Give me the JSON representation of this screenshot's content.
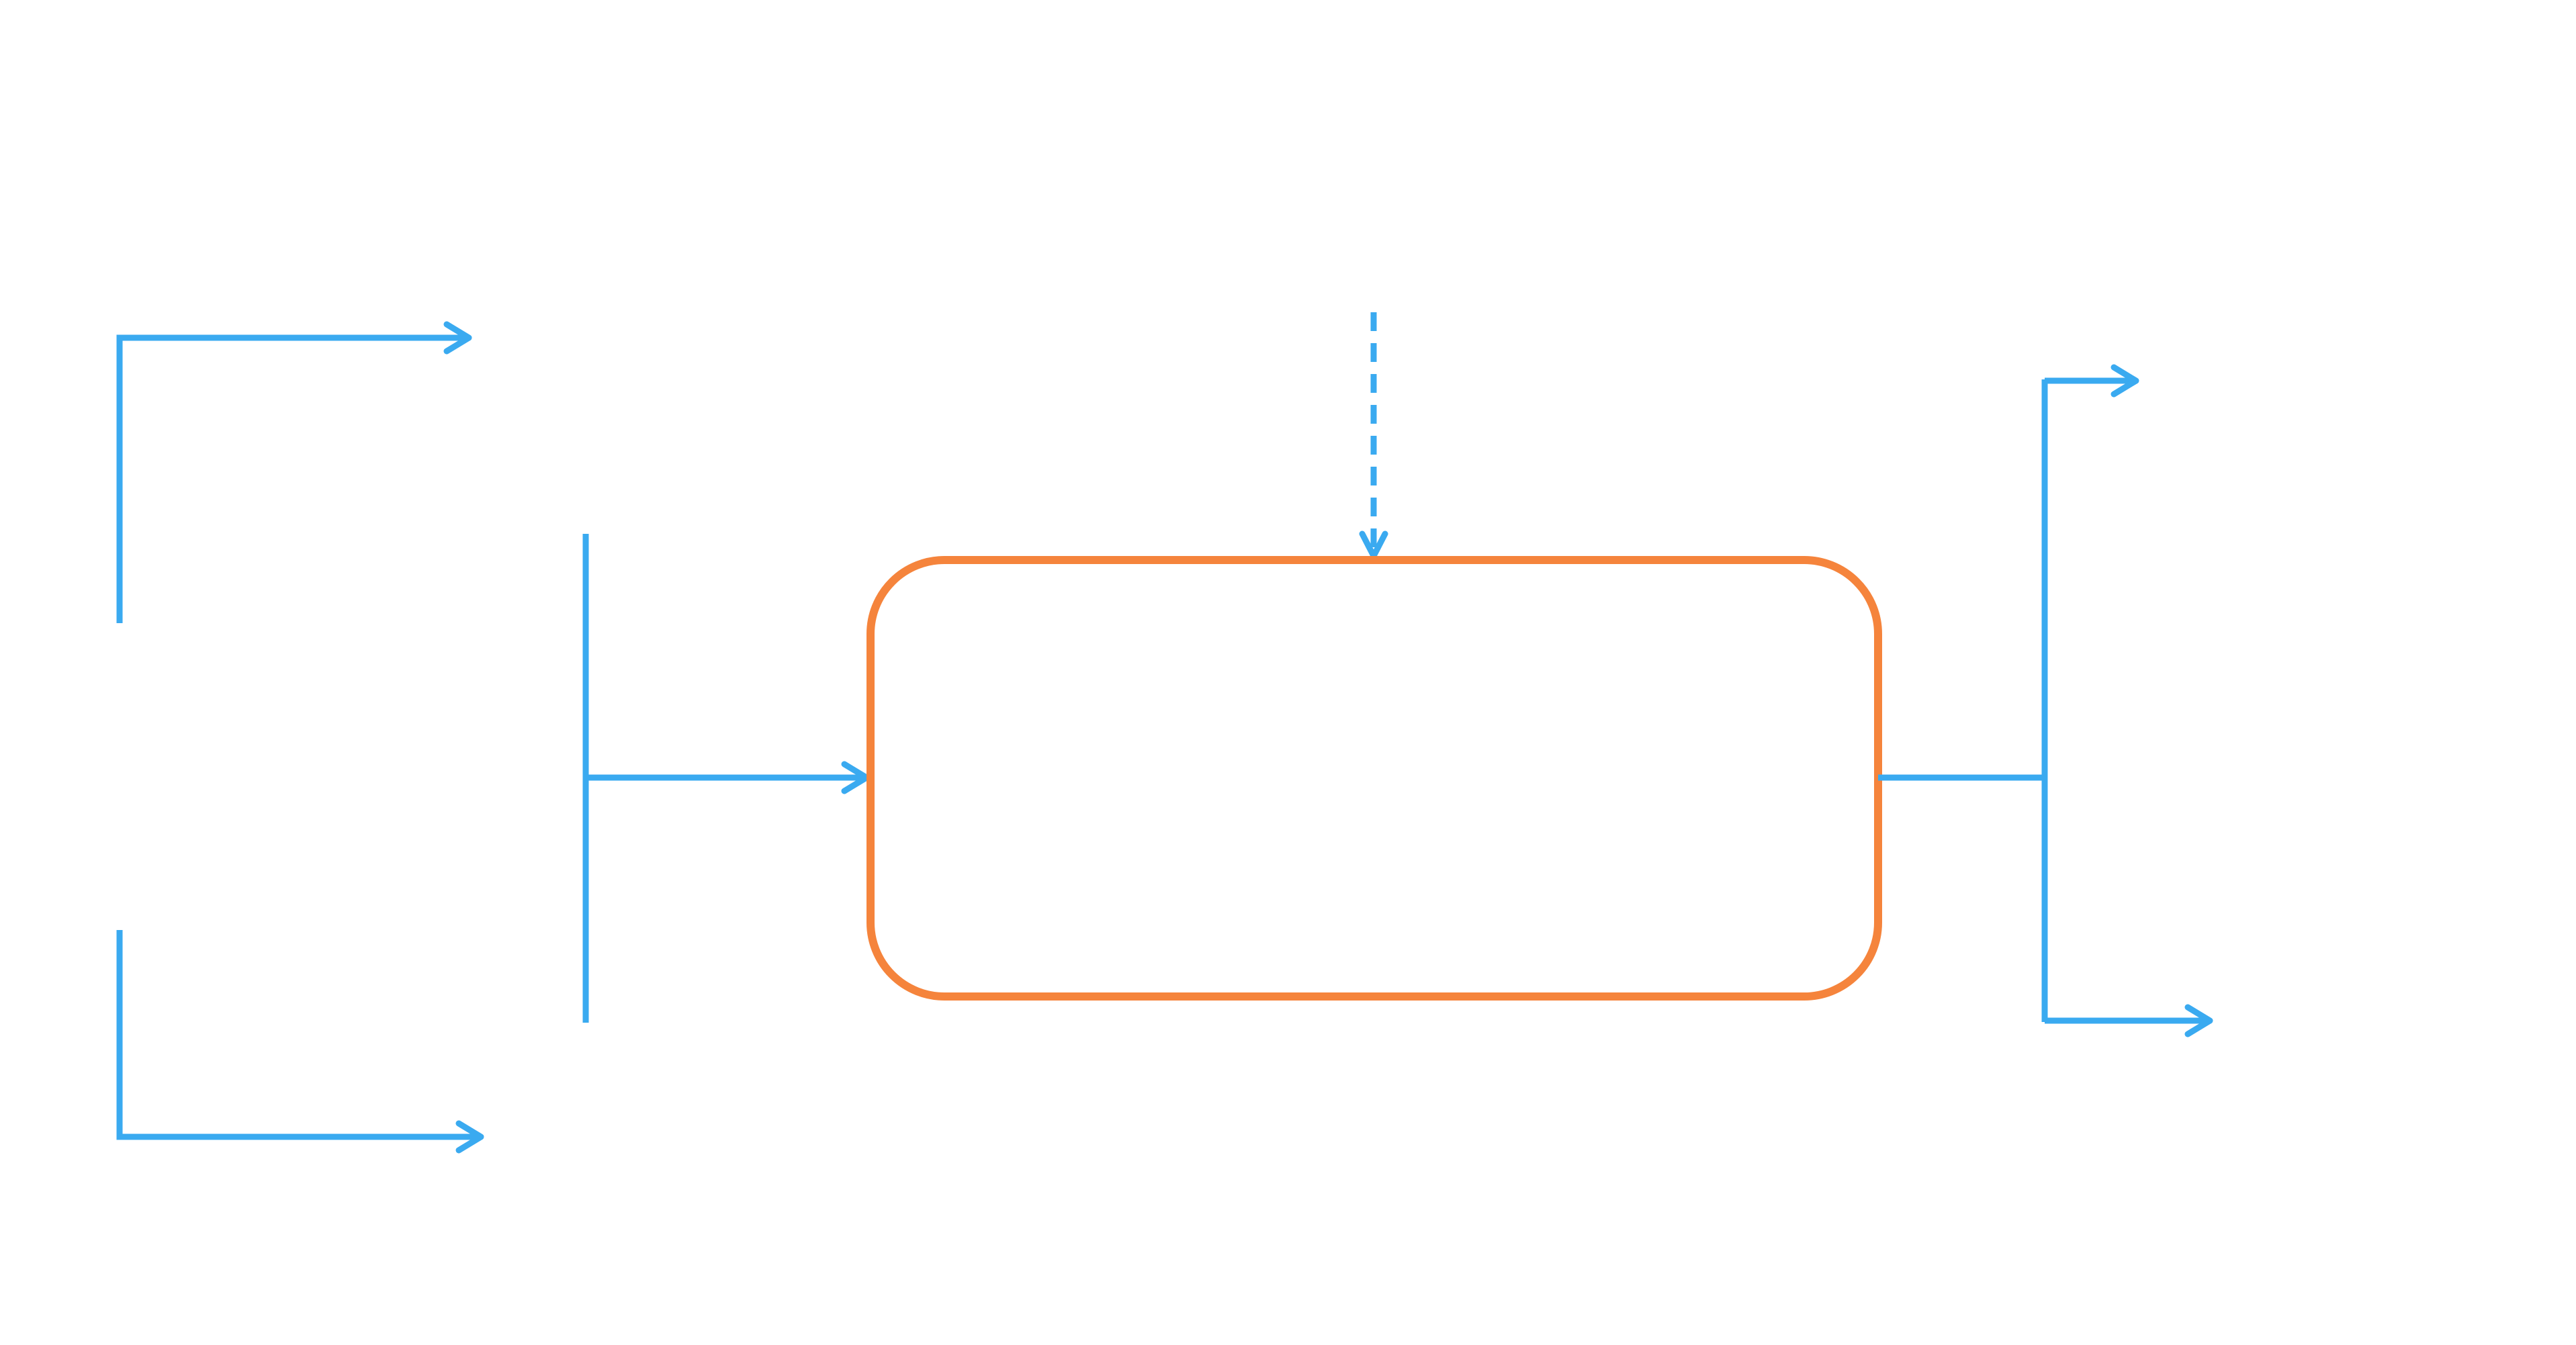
{
  "diagram": {
    "colors": {
      "connector": "#3aaaf0",
      "process_border": "#f5843c",
      "background": "#ffffff"
    },
    "nodes": [
      {
        "id": "process-box",
        "shape": "rounded-rectangle",
        "label": ""
      }
    ],
    "connectors": [
      {
        "id": "top-left-elbow-arrow",
        "style": "solid",
        "ends_with": "arrow"
      },
      {
        "id": "bottom-left-elbow-arrow",
        "style": "solid",
        "ends_with": "arrow"
      },
      {
        "id": "input-bracket-line",
        "style": "solid",
        "ends_with": "none"
      },
      {
        "id": "input-arrow",
        "style": "solid",
        "ends_with": "arrow",
        "target": "process-box"
      },
      {
        "id": "top-dashed-arrow",
        "style": "dashed",
        "ends_with": "arrow",
        "target": "process-box"
      },
      {
        "id": "output-line",
        "style": "solid",
        "ends_with": "none",
        "source": "process-box"
      },
      {
        "id": "output-bracket-top-arrow",
        "style": "solid",
        "ends_with": "arrow"
      },
      {
        "id": "output-bracket-bottom-arrow",
        "style": "solid",
        "ends_with": "arrow"
      }
    ]
  }
}
